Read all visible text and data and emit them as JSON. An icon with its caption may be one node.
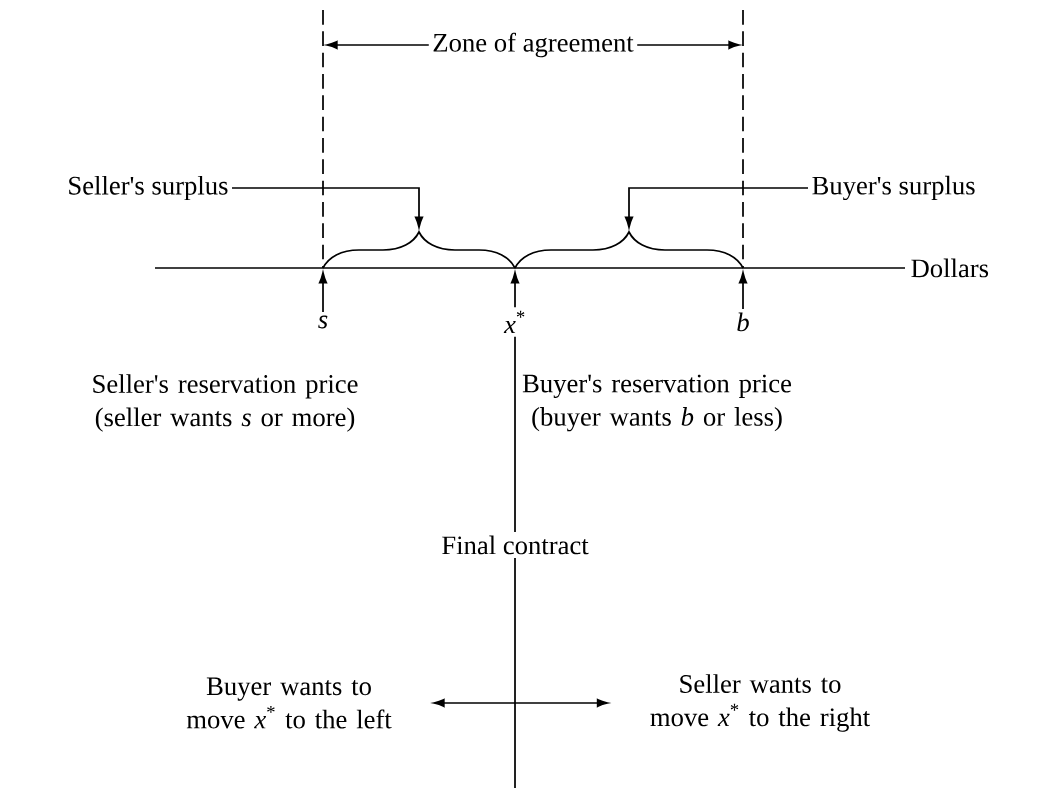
{
  "diagram": {
    "nodes": [
      {
        "text": [
          "Seller's surplus"
        ]
      },
      {
        "text": [
          "Buyer's surplus"
        ]
      },
      {
        "text": [],
        "shape": "brace"
      },
      {
        "text": [],
        "shape": "brace"
      },
      {
        "text": [
          "s"
        ]
      },
      {
        "text": [
          "*x*$^{*}$"
        ]
      },
      {
        "text": [
          "b"
        ]
      },
      {
        "text": [
          "Final contract"
        ]
      },
      {
        "text": [
          "Buyer wants to move *x*$^{*}$ to the left"
        ]
      },
      {
        "text": [
          "Seller wants to move *x*$^{*}$ to the right"
        ]
      }
    ],
    "edges": [
      {
        "from": 0,
        "to": 2,
        "arrow": "to"
      },
      {
        "from": 1,
        "to": 3,
        "arrow": "to"
      },
      {
        "from": 4,
        "to": 2,
        "arrow": "to"
      },
      {
        "from": 5,
        "to": 2,
        "arrow": "to"
      },
      {
        "from": 6,
        "to": 3,
        "arrow": "to"
      },
      {
        "from": 7,
        "to": 5,
        "arrow": "none"
      },
      {
        "from": 7,
        "to": null,
        "arrow": "none"
      },
      {
        "from": 8,
        "to": 9,
        "arrow": "both"
      }
    ],
    "labels": [
      "Zone of agreement",
      "Dollars",
      "Seller's reservation price (seller wants *s* or more)",
      "Buyer's reservation price (buyer wants *b* or less)"
    ]
  }
}
